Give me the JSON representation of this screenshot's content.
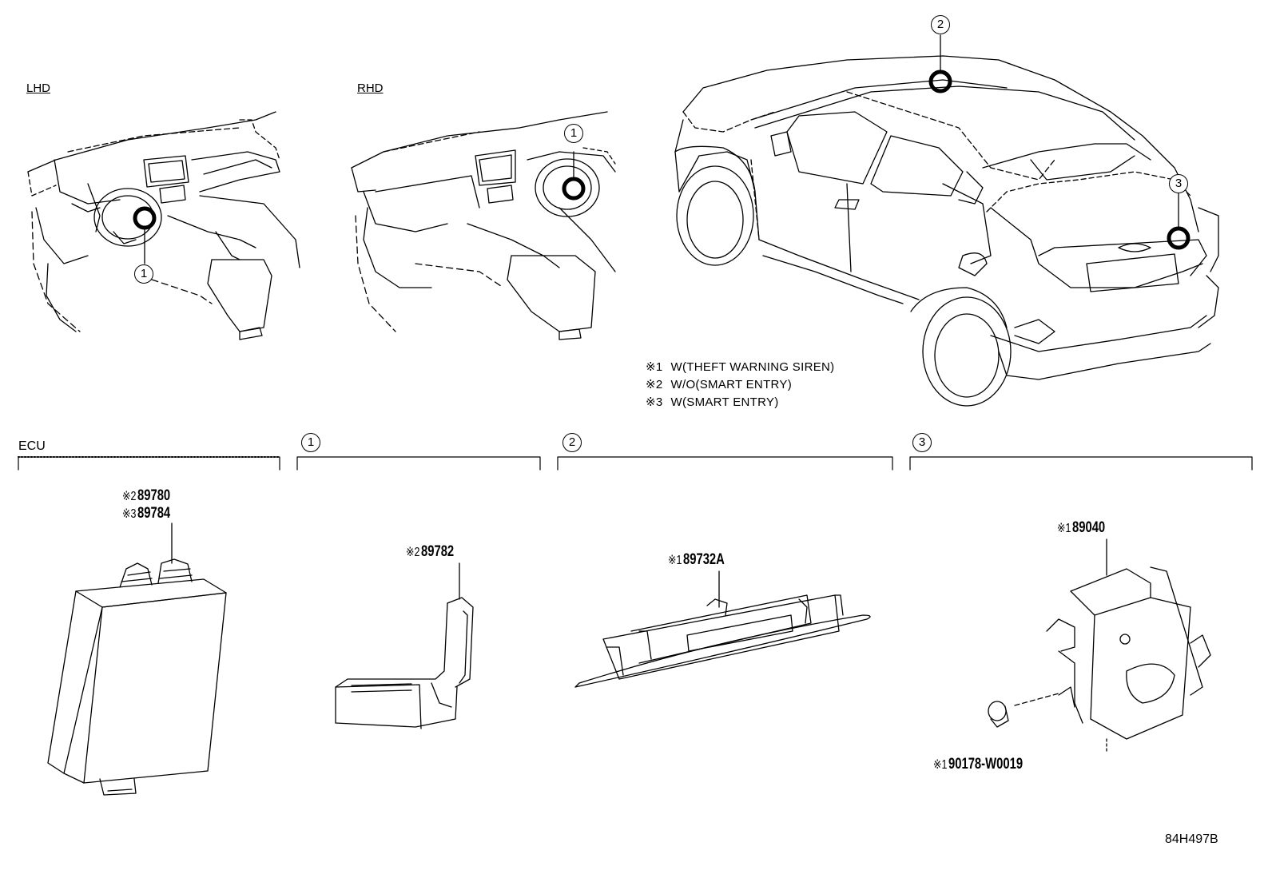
{
  "views": {
    "lhd_label": "LHD",
    "rhd_label": "RHD"
  },
  "callouts": {
    "c1": "1",
    "c2": "2",
    "c3": "3"
  },
  "notes": [
    {
      "mark": "※1",
      "text": "W(THEFT WARNING SIREN)"
    },
    {
      "mark": "※2",
      "text": "W/O(SMART ENTRY)"
    },
    {
      "mark": "※3",
      "text": "W(SMART ENTRY)"
    }
  ],
  "sections": {
    "ecu": "ECU",
    "s1": "1",
    "s2": "2",
    "s3": "3"
  },
  "parts": {
    "ecu_a": {
      "mark": "※2",
      "number": "89780"
    },
    "ecu_b": {
      "mark": "※3",
      "number": "89784"
    },
    "p1": {
      "mark": "※2",
      "number": "89782"
    },
    "p2": {
      "mark": "※1",
      "number": "89732A"
    },
    "p3": {
      "mark": "※1",
      "number": "89040"
    },
    "p3_bolt": {
      "mark": "※1",
      "number": "90178-W0019"
    }
  },
  "diagram_code": "84H497B"
}
